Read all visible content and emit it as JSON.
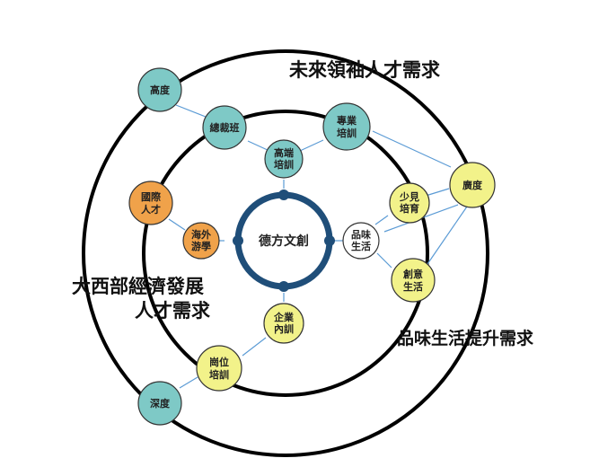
{
  "colors": {
    "teal": "#7ec9c6",
    "orange": "#f0a24a",
    "yellow": "#f2f28a",
    "navy": "#1f4e79",
    "ring": "#000000",
    "connector": "#5b9bd5"
  },
  "labels": {
    "future_talent": "未來領袖人才需求",
    "western_dev_1": "大西部經濟發展",
    "western_dev_2": "人才需求",
    "quality_life": "品味生活提升需求"
  },
  "core": {
    "label": "德方文創"
  },
  "nodes": {
    "gaodu": {
      "line1": "高度",
      "line2": ""
    },
    "zongcaiban": {
      "line1": "總裁班",
      "line2": ""
    },
    "zhuanye": {
      "line1": "專業",
      "line2": "培訓"
    },
    "gaoduan": {
      "line1": "高端",
      "line2": "培訓"
    },
    "guangdu": {
      "line1": "廣度",
      "line2": ""
    },
    "guoji": {
      "line1": "國際",
      "line2": "人才"
    },
    "haiwai": {
      "line1": "海外",
      "line2": "游學"
    },
    "shaojian": {
      "line1": "少見",
      "line2": "培育"
    },
    "pinwei": {
      "line1": "品味",
      "line2": "生活"
    },
    "chuangyi": {
      "line1": "創意",
      "line2": "生活"
    },
    "qiye": {
      "line1": "企業",
      "line2": "內訓"
    },
    "gangwei": {
      "line1": "崗位",
      "line2": "培訓"
    },
    "shendu": {
      "line1": "深度",
      "line2": ""
    }
  }
}
